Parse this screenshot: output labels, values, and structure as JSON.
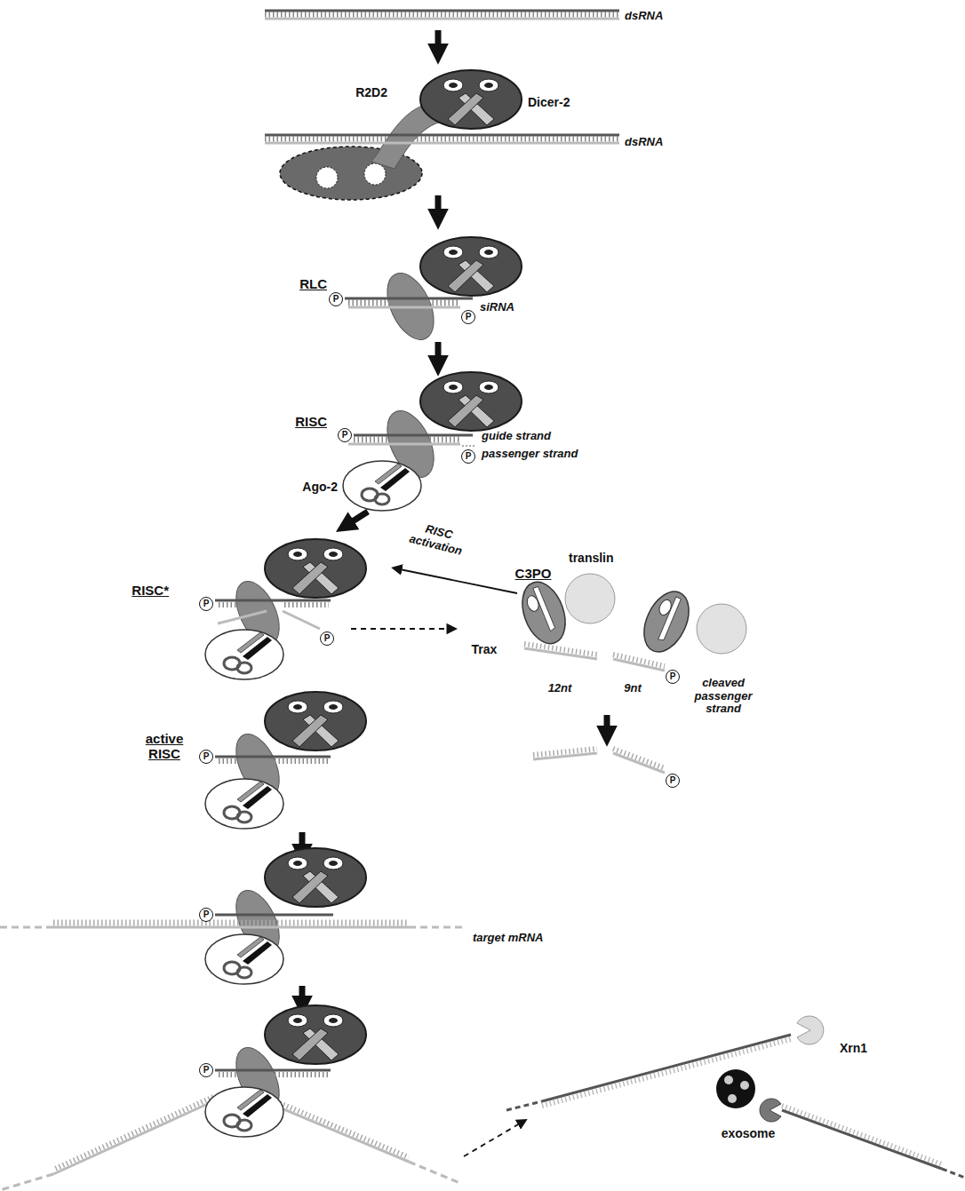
{
  "diagram": {
    "nodes": [
      {
        "text": [
          "P"
        ]
      },
      {
        "text": [
          "P"
        ]
      },
      {
        "text": [
          "P"
        ]
      },
      {
        "text": [
          "P"
        ]
      },
      {
        "text": [
          "P"
        ]
      },
      {
        "text": [
          "P"
        ]
      },
      {
        "text": [
          "P"
        ]
      },
      {
        "text": [
          "P"
        ]
      },
      {
        "text": [
          "P"
        ]
      },
      {
        "text": [
          "P"
        ]
      },
      {
        "text": [
          "P"
        ]
      }
    ],
    "labels": [
      "dsRNA",
      "Dicer-2",
      "R2D2",
      "dsRNA",
      "RLC",
      "siRNA",
      "RISC",
      "guide strand",
      "passenger strand",
      "Ago-2",
      "RISC*",
      "RISC activation",
      "C3PO",
      "translin",
      "Trax",
      "12nt",
      "9nt",
      "cleaved passenger strand",
      "active RISC",
      "target mRNA",
      "Xrn1",
      "exosome"
    ]
  }
}
